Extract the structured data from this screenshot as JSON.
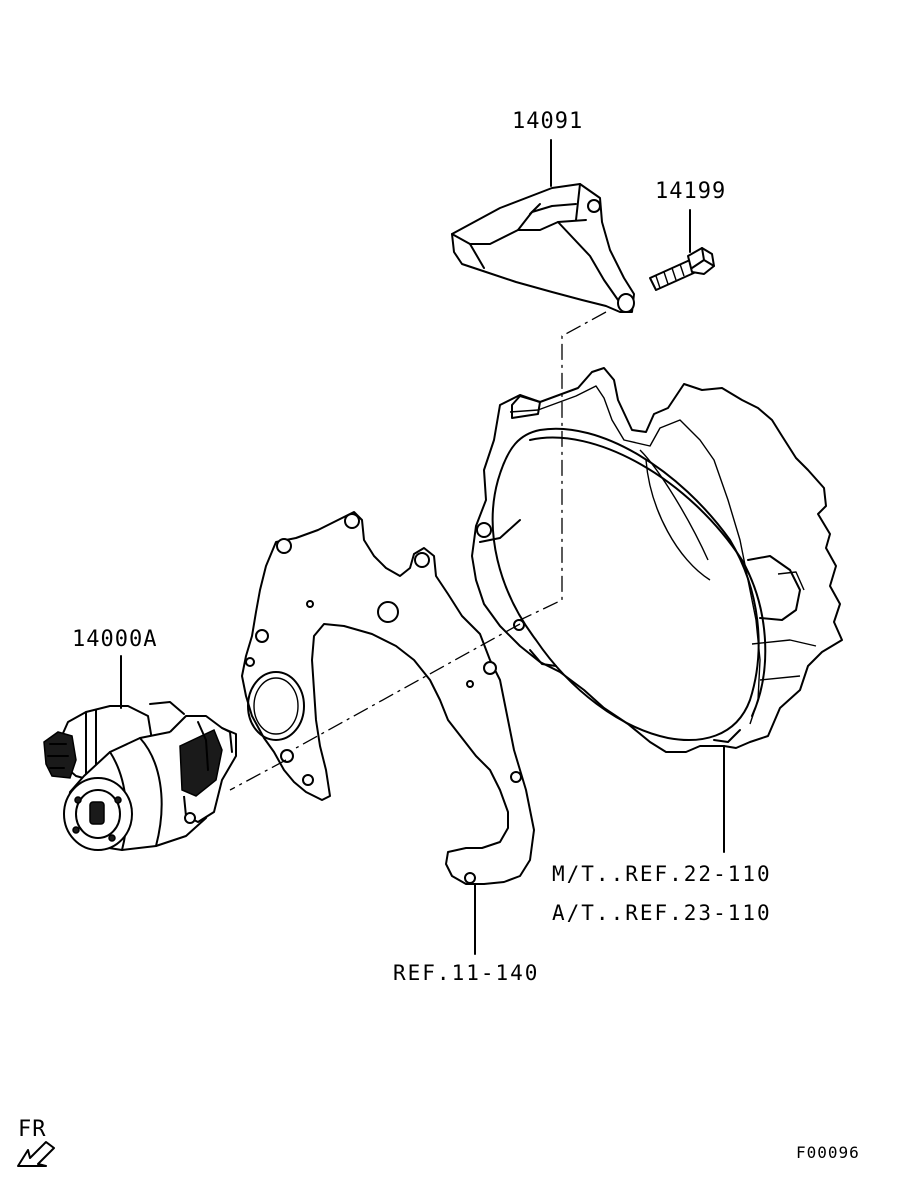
{
  "diagram": {
    "parts": {
      "bracket": "14091",
      "bolt": "14199",
      "starter": "14000A"
    },
    "references": {
      "plate": "REF.11-140",
      "housing_mt": "M/T..REF.22-110",
      "housing_at": "A/T..REF.23-110"
    },
    "direction_label": "FR",
    "figure_code": "F00096"
  }
}
